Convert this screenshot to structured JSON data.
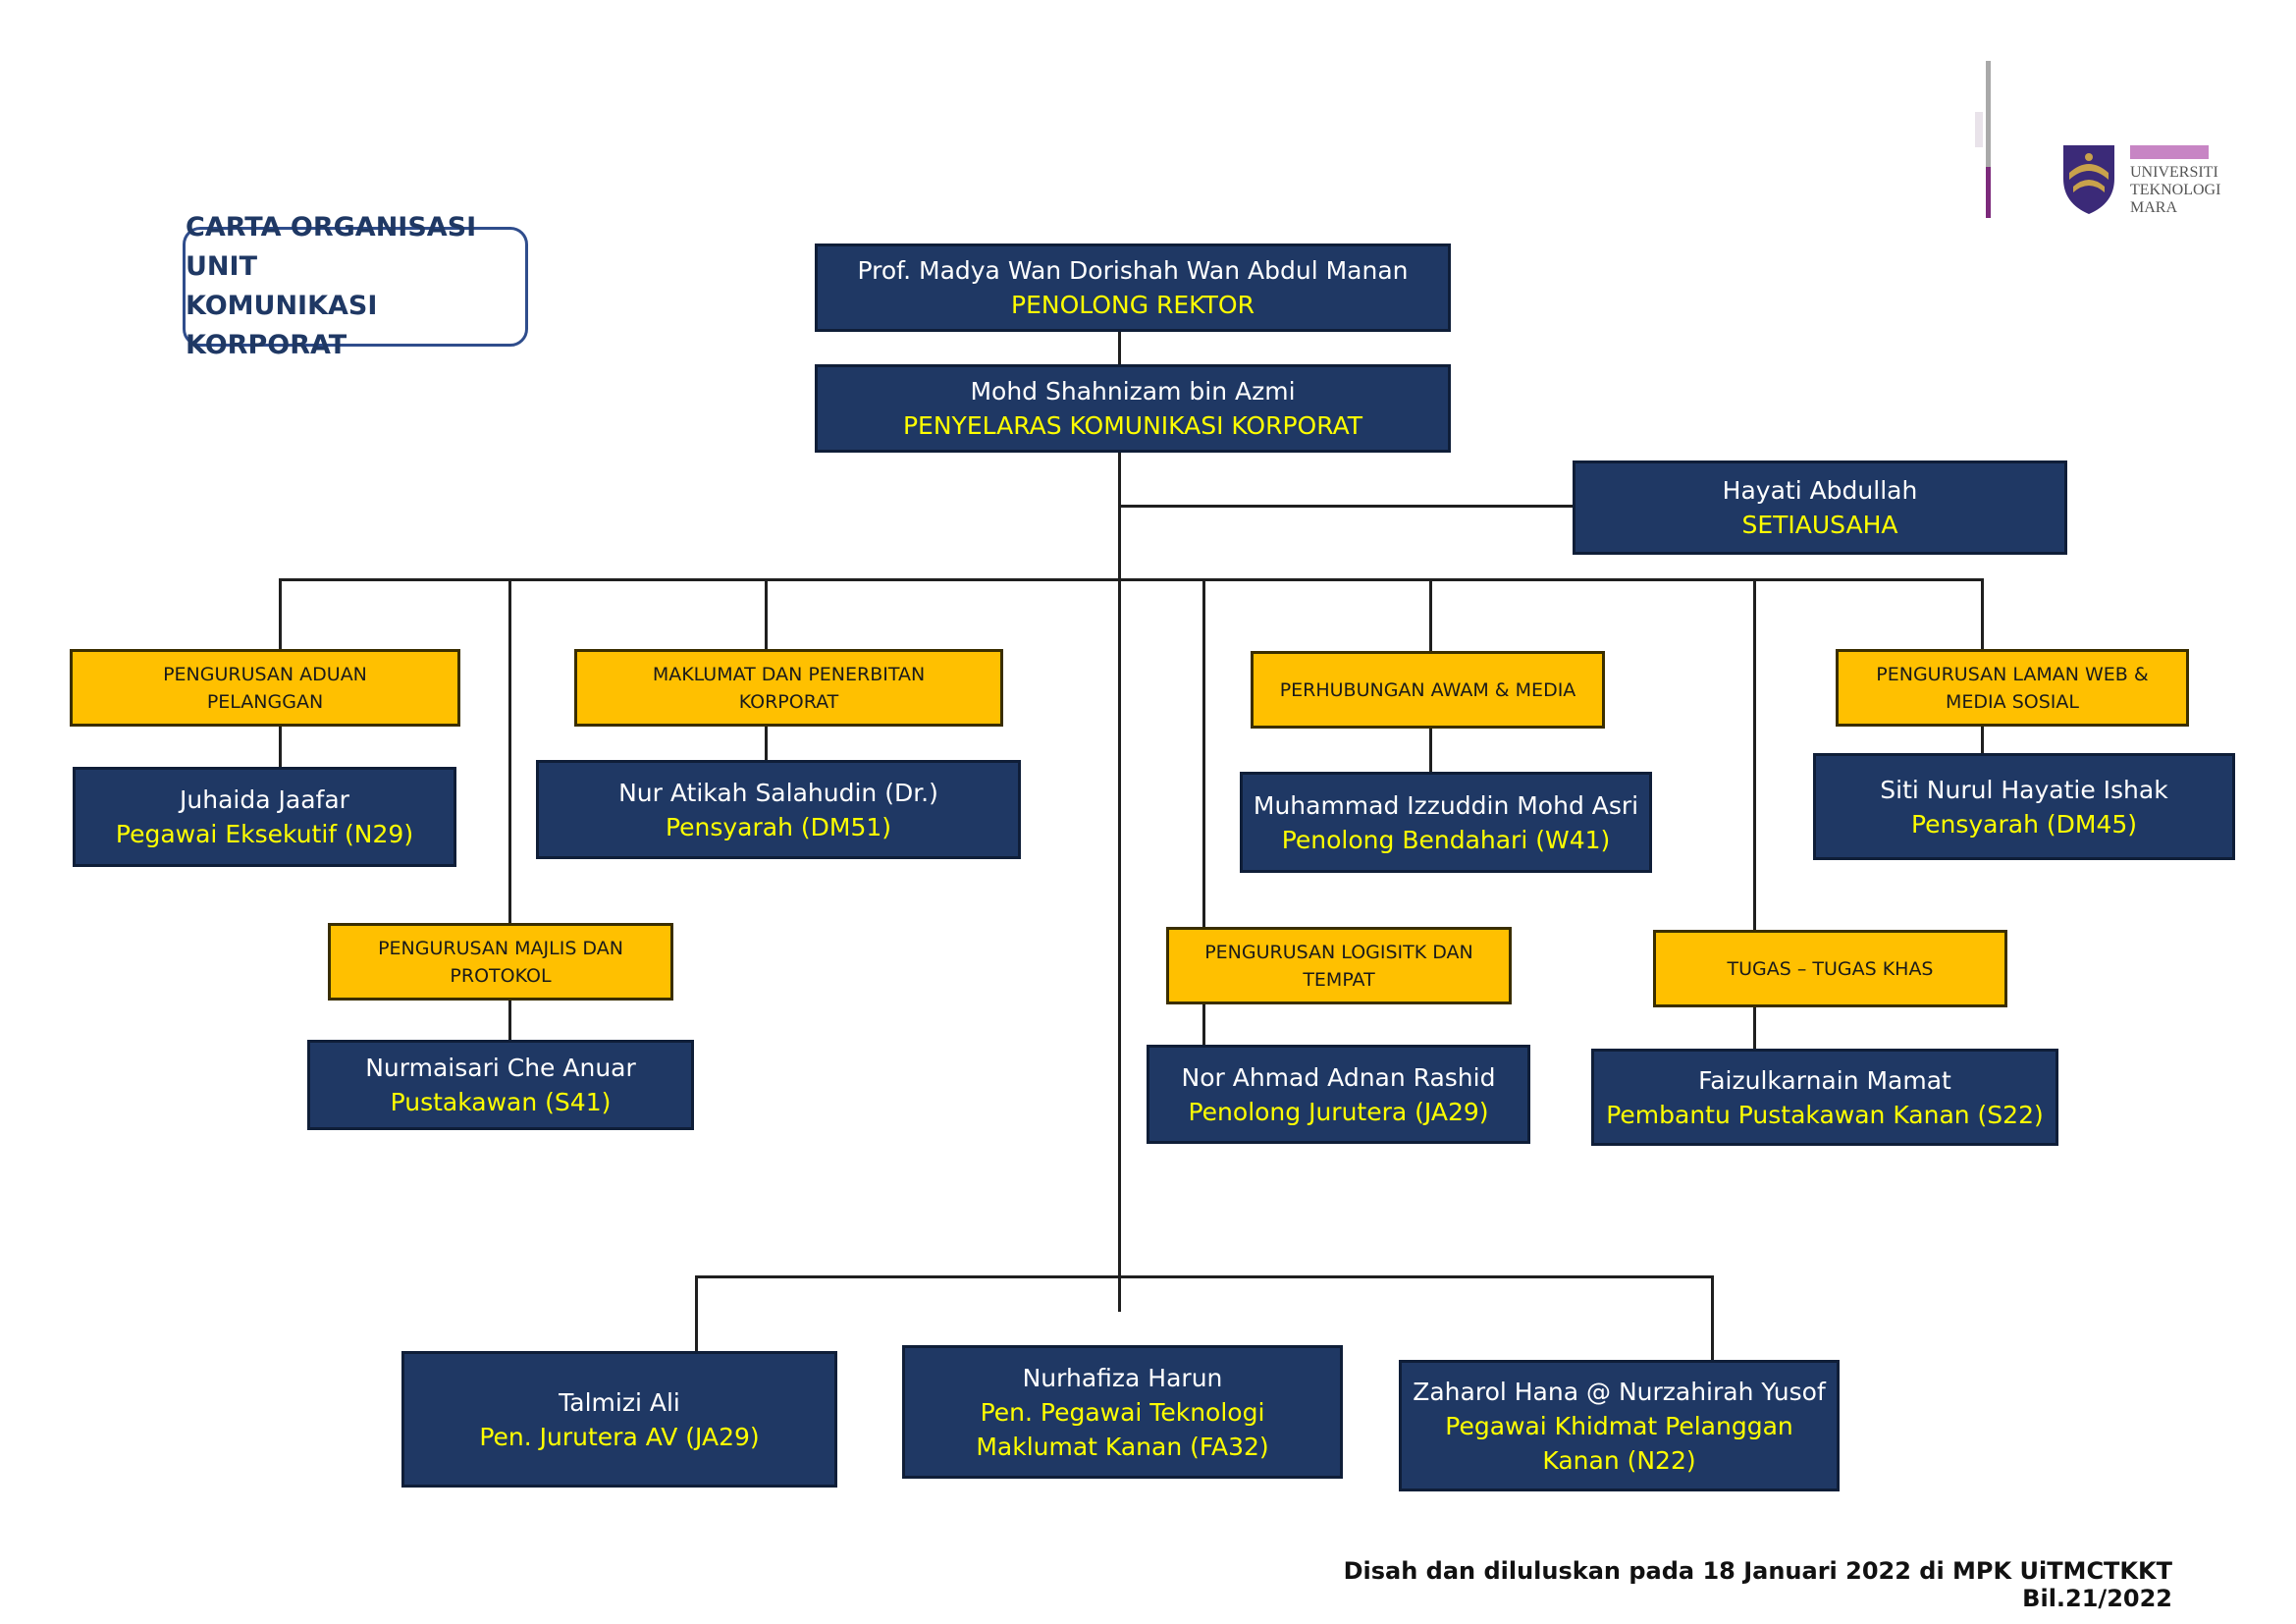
{
  "title": {
    "line1": "CARTA ORGANISASI UNIT",
    "line2": "KOMUNIKASI KORPORAT"
  },
  "logo": {
    "line1": "UNIVERSITI",
    "line2": "TEKNOLOGI",
    "line3": "MARA"
  },
  "rector": {
    "name": "Prof. Madya Wan Dorishah Wan Abdul Manan",
    "role": "PENOLONG REKTOR"
  },
  "coordinator": {
    "name": "Mohd Shahnizam bin Azmi",
    "role": "PENYELARAS KOMUNIKASI KORPORAT"
  },
  "secretary": {
    "name": "Hayati Abdullah",
    "role": "SETIAUSAHA"
  },
  "sections": {
    "aduan": {
      "label1": "PENGURUSAN ADUAN",
      "label2": "PELANGGAN",
      "name": "Juhaida Jaafar",
      "role": "Pegawai Eksekutif (N29)"
    },
    "majlis": {
      "label1": "PENGURUSAN MAJLIS DAN",
      "label2": "PROTOKOL",
      "name": "Nurmaisari Che Anuar",
      "role": "Pustakawan (S41)"
    },
    "maklumat": {
      "label1": "MAKLUMAT DAN PENERBITAN",
      "label2": "KORPORAT",
      "name": "Nur Atikah Salahudin (Dr.)",
      "role": "Pensyarah (DM51)"
    },
    "logistik": {
      "label1": "PENGURUSAN LOGISITK DAN",
      "label2": "TEMPAT",
      "name": "Nor Ahmad Adnan Rashid",
      "role": "Penolong Jurutera (JA29)"
    },
    "awam": {
      "label1": "PERHUBUNGAN AWAM & MEDIA",
      "name": "Muhammad Izzuddin Mohd Asri",
      "role": "Penolong Bendahari (W41)"
    },
    "khas": {
      "label1": "TUGAS – TUGAS KHAS",
      "name": "Faizulkarnain Mamat",
      "role": "Pembantu Pustakawan Kanan (S22)"
    },
    "laman": {
      "label1": "PENGURUSAN LAMAN WEB &",
      "label2": "MEDIA SOSIAL",
      "name": "Siti Nurul Hayatie Ishak",
      "role": "Pensyarah (DM45)"
    }
  },
  "bottom": {
    "talmizi": {
      "name": "Talmizi Ali",
      "role": "Pen. Jurutera AV (JA29)"
    },
    "nurhafiza": {
      "name": "Nurhafiza Harun",
      "role1": "Pen. Pegawai Teknologi",
      "role2": "Maklumat Kanan (FA32)"
    },
    "zaharol": {
      "name": "Zaharol Hana @ Nurzahirah Yusof",
      "role1": "Pegawai Khidmat Pelanggan",
      "role2": "Kanan (N22)"
    }
  },
  "footer": "Disah dan diluluskan pada 18 Januari 2022 di MPK UiTMCTKKT Bil.21/2022"
}
